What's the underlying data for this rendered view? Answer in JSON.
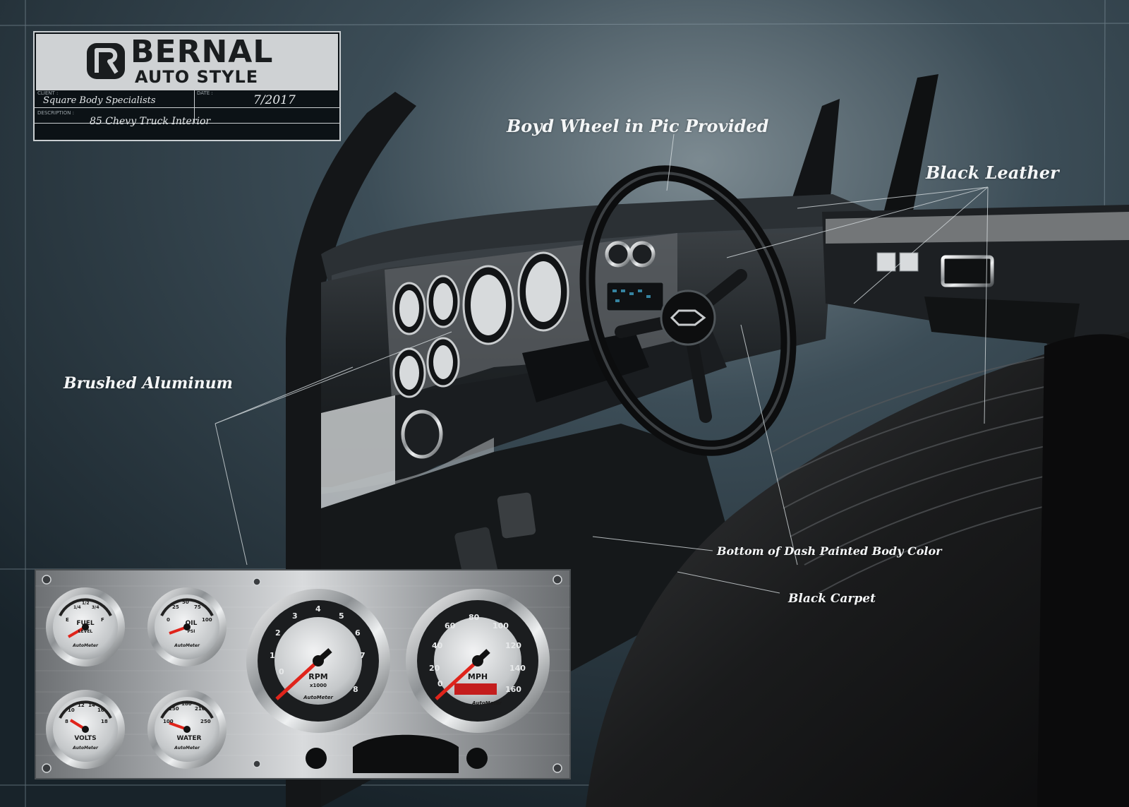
{
  "title_block": {
    "brand": "BERNAL",
    "subtitle": "AUTO STYLE",
    "client_label": "CLIENT :",
    "client": "Square Body Specialists",
    "date_label": "DATE :",
    "date": "7/2017",
    "description_label": "DESCRIPTION :",
    "description": "85 Chevy Truck Interior"
  },
  "callouts": {
    "wheel": "Boyd Wheel  in Pic Provided",
    "leather": "Black Leather",
    "aluminum": "Brushed Aluminum",
    "dash_bottom": "Bottom of Dash Painted Body Color",
    "carpet": "Black Carpet"
  },
  "gauges": {
    "fuel": {
      "label": "FUEL",
      "sub": "LEVEL",
      "ticks": [
        "E",
        "1/4",
        "1/2",
        "3/4",
        "F"
      ]
    },
    "oil": {
      "label": "OIL",
      "sub": "PSI",
      "ticks": [
        "0",
        "25",
        "50",
        "75",
        "100"
      ]
    },
    "volts": {
      "label": "VOLTS",
      "ticks": [
        "8",
        "10",
        "12",
        "14",
        "16",
        "18"
      ]
    },
    "water": {
      "label": "WATER",
      "ticks": [
        "100",
        "150",
        "180",
        "210",
        "250"
      ]
    },
    "rpm": {
      "label": "RPM",
      "sub": "x1000",
      "ticks": [
        "0",
        "1",
        "2",
        "3",
        "4",
        "5",
        "6",
        "7",
        "8"
      ]
    },
    "mph": {
      "label": "MPH",
      "ticks": [
        "0",
        "20",
        "40",
        "60",
        "80",
        "100",
        "120",
        "140",
        "160"
      ]
    },
    "brand": "AutoMeter"
  },
  "colors": {
    "background": "#24323b",
    "needle": "#e0241b",
    "callout_text": "#f4f6f7"
  }
}
